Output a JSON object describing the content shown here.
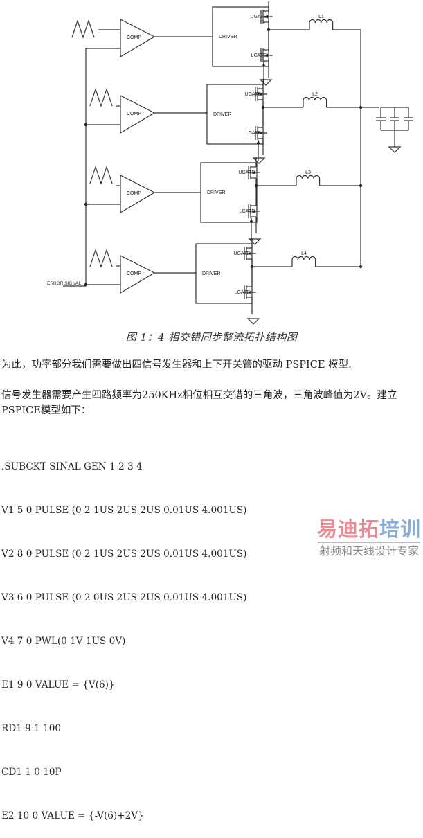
{
  "figure": {
    "comparator_label": "COMP",
    "driver_label": "DRIVER",
    "ugate_label": "UGATE",
    "lgate_label": "LGATE",
    "error_signal_label": "ERROR SIGNAL",
    "phases": [
      {
        "inductor": "L1"
      },
      {
        "inductor": "L2"
      },
      {
        "inductor": "L3"
      },
      {
        "inductor": "L4"
      }
    ],
    "caption": "图 1：4 相交错同步整流拓扑结构图"
  },
  "text": {
    "para1": "为此，功率部分我们需要做出四信号发生器和上下开关管的驱动 PSPICE 模型.",
    "para2_line1": "信号发生器需要产生四路频率为250KHz相位相互交错的三角波，三角波峰值为2V。建立",
    "para2_line2": "PSPICE模型如下："
  },
  "code_lines": [
    ".SUBCKT SINAL GEN 1 2 3 4",
    "V1 5 0 PULSE (0 2 1US 2US 2US 0.01US 4.001US)",
    "V2 8 0 PULSE (0 2 1US 2US 2US 0.01US 4.001US)",
    "V3 6 0 PULSE (0 2 0US 2US 2US 0.01US 4.001US)",
    "V4 7 0 PWL(0 1V 1US 0V)",
    "E1 9 0 VALUE = {V(6)}",
    "RD1 9 1 100",
    "CD1 1 0 10P",
    "E2 10 0 VALUE = {-V(6)+2V}"
  ],
  "watermark": {
    "brand_red": "易迪拓",
    "brand_blue": "培训",
    "tagline": "射频和天线设计专家",
    "colors": {
      "red": "#e98a94",
      "blue": "#8aaed6",
      "gray": "#8a8a8a"
    }
  }
}
